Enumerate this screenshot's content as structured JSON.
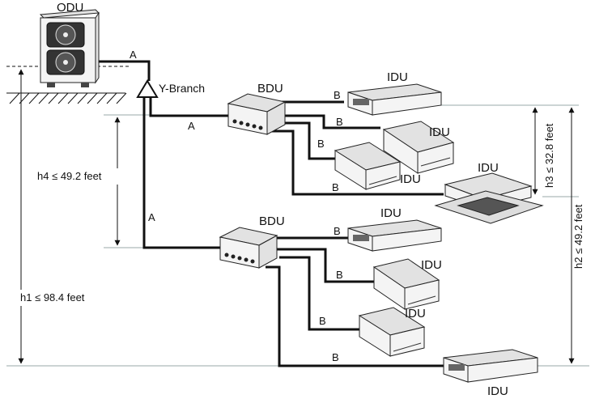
{
  "labels": {
    "odu": "ODU",
    "y_branch": "Y-Branch",
    "bdu": "BDU",
    "idu": "IDU",
    "pipe_a": "A",
    "pipe_b": "B"
  },
  "dimensions": {
    "h1": "h1 ≤ 98.4 feet",
    "h2": "h2 ≤ 49.2 feet",
    "h3": "h3 ≤ 32.8 feet",
    "h4": "h4 ≤ 49.2 feet"
  }
}
